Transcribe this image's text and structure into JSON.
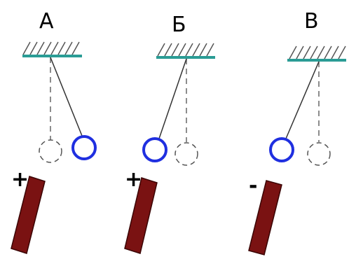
{
  "panels": [
    {
      "label": "А",
      "charge_sign": "+"
    },
    {
      "label": "Б",
      "charge_sign": "+"
    },
    {
      "label": "В",
      "charge_sign": "-"
    }
  ],
  "colors": {
    "ceiling": "#2a9c95",
    "ball": "#1f2fe0",
    "rod": "#7a1212",
    "thread": "#333333",
    "dashed": "#666666"
  }
}
